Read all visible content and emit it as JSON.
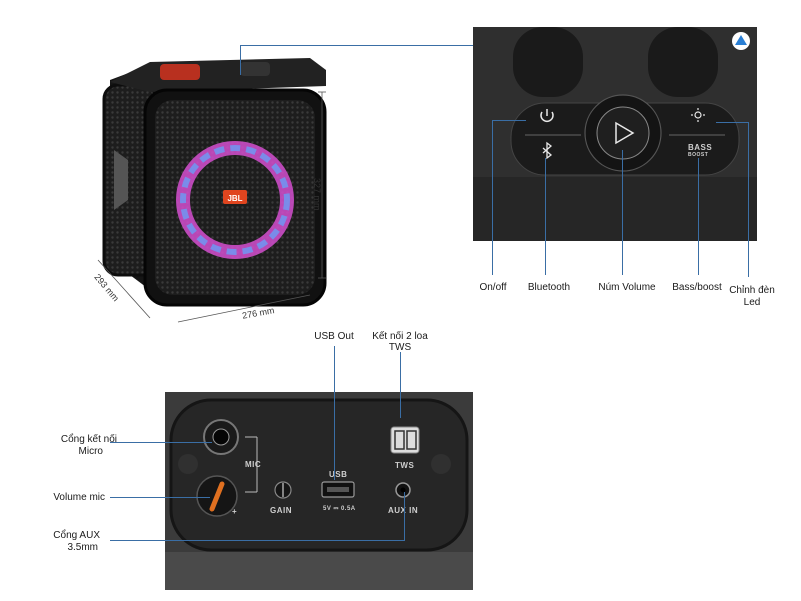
{
  "speaker": {
    "logo": "JBL",
    "dim_height": "327 mm",
    "dim_width": "276 mm",
    "dim_depth": "293 mm"
  },
  "top_panel": {
    "button_labels": {
      "bass": "BASS",
      "boost": "BOOST"
    },
    "callouts": [
      {
        "id": "power",
        "label": "On/off"
      },
      {
        "id": "bluetooth",
        "label": "Bluetooth"
      },
      {
        "id": "volume",
        "label": "Núm Volume"
      },
      {
        "id": "bass",
        "label": "Bass/boost"
      },
      {
        "id": "led",
        "label_line1": "Chỉnh đèn",
        "label_line2": "Led"
      }
    ]
  },
  "rear_panel": {
    "panel_labels": {
      "mic": "MIC",
      "usb": "USB",
      "usb_rating": "5V ⎓ 0.5A",
      "gain": "GAIN",
      "tws": "TWS",
      "aux": "AUX IN",
      "plus": "+"
    },
    "callouts": {
      "usb_out": "USB Out",
      "tws_line1": "Kết nối 2 loa",
      "tws_line2": "TWS",
      "mic_port_line1": "Cổng kết nối",
      "mic_port_line2": "Micro",
      "volume_mic": "Volume mic",
      "aux_line1": "Cổng AUX",
      "aux_line2": "3.5mm"
    }
  },
  "colors": {
    "callout_line": "#3a6ea5",
    "panel_dark": "#2b2b2b",
    "ring_pink": "#d54fd0",
    "ring_blue": "#5fa8ff",
    "knob_orange": "#e07020"
  }
}
